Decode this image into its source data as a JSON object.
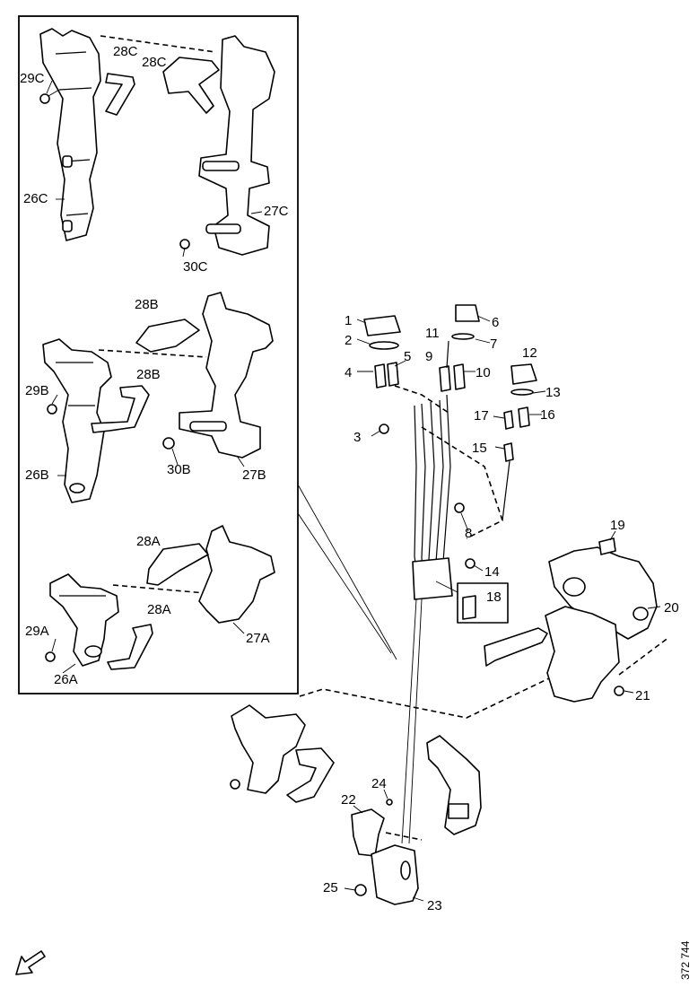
{
  "diagram": {
    "reference_number": "372 744",
    "labels": {
      "l1": "1",
      "l2": "2",
      "l3": "3",
      "l4": "4",
      "l5": "5",
      "l6": "6",
      "l7": "7",
      "l8": "8",
      "l9": "9",
      "l10": "10",
      "l11": "11",
      "l12": "12",
      "l13": "13",
      "l14": "14",
      "l15": "15",
      "l16": "16",
      "l17": "17",
      "l18": "18",
      "l19": "19",
      "l20": "20",
      "l21": "21",
      "l22": "22",
      "l23": "23",
      "l24": "24",
      "l25": "25",
      "l26A": "26A",
      "l26B": "26B",
      "l26C": "26C",
      "l27A": "27A",
      "l27B": "27B",
      "l27C": "27C",
      "l28A1": "28A",
      "l28A2": "28A",
      "l28B1": "28B",
      "l28B2": "28B",
      "l28C1": "28C",
      "l28C2": "28C",
      "l29A": "29A",
      "l29B": "29B",
      "l29C": "29C",
      "l30B": "30B",
      "l30C": "30C"
    },
    "icons": {
      "direction_arrow": "arrow-down-left-icon"
    }
  }
}
